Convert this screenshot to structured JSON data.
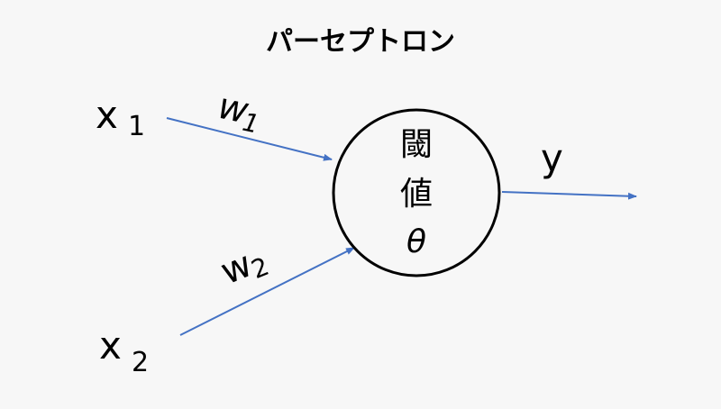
{
  "title": "パーセプトロン",
  "inputs": [
    {
      "var": "x",
      "sub": "1"
    },
    {
      "var": "x",
      "sub": "2"
    }
  ],
  "weights": [
    {
      "var": "w",
      "sub": "1"
    },
    {
      "var": "w",
      "sub": "2"
    }
  ],
  "neuron": {
    "line1": "閾",
    "line2": "値",
    "symbol": "θ"
  },
  "output": "y",
  "colors": {
    "arrow": "#4472c4",
    "background": "#f7f7f7"
  }
}
